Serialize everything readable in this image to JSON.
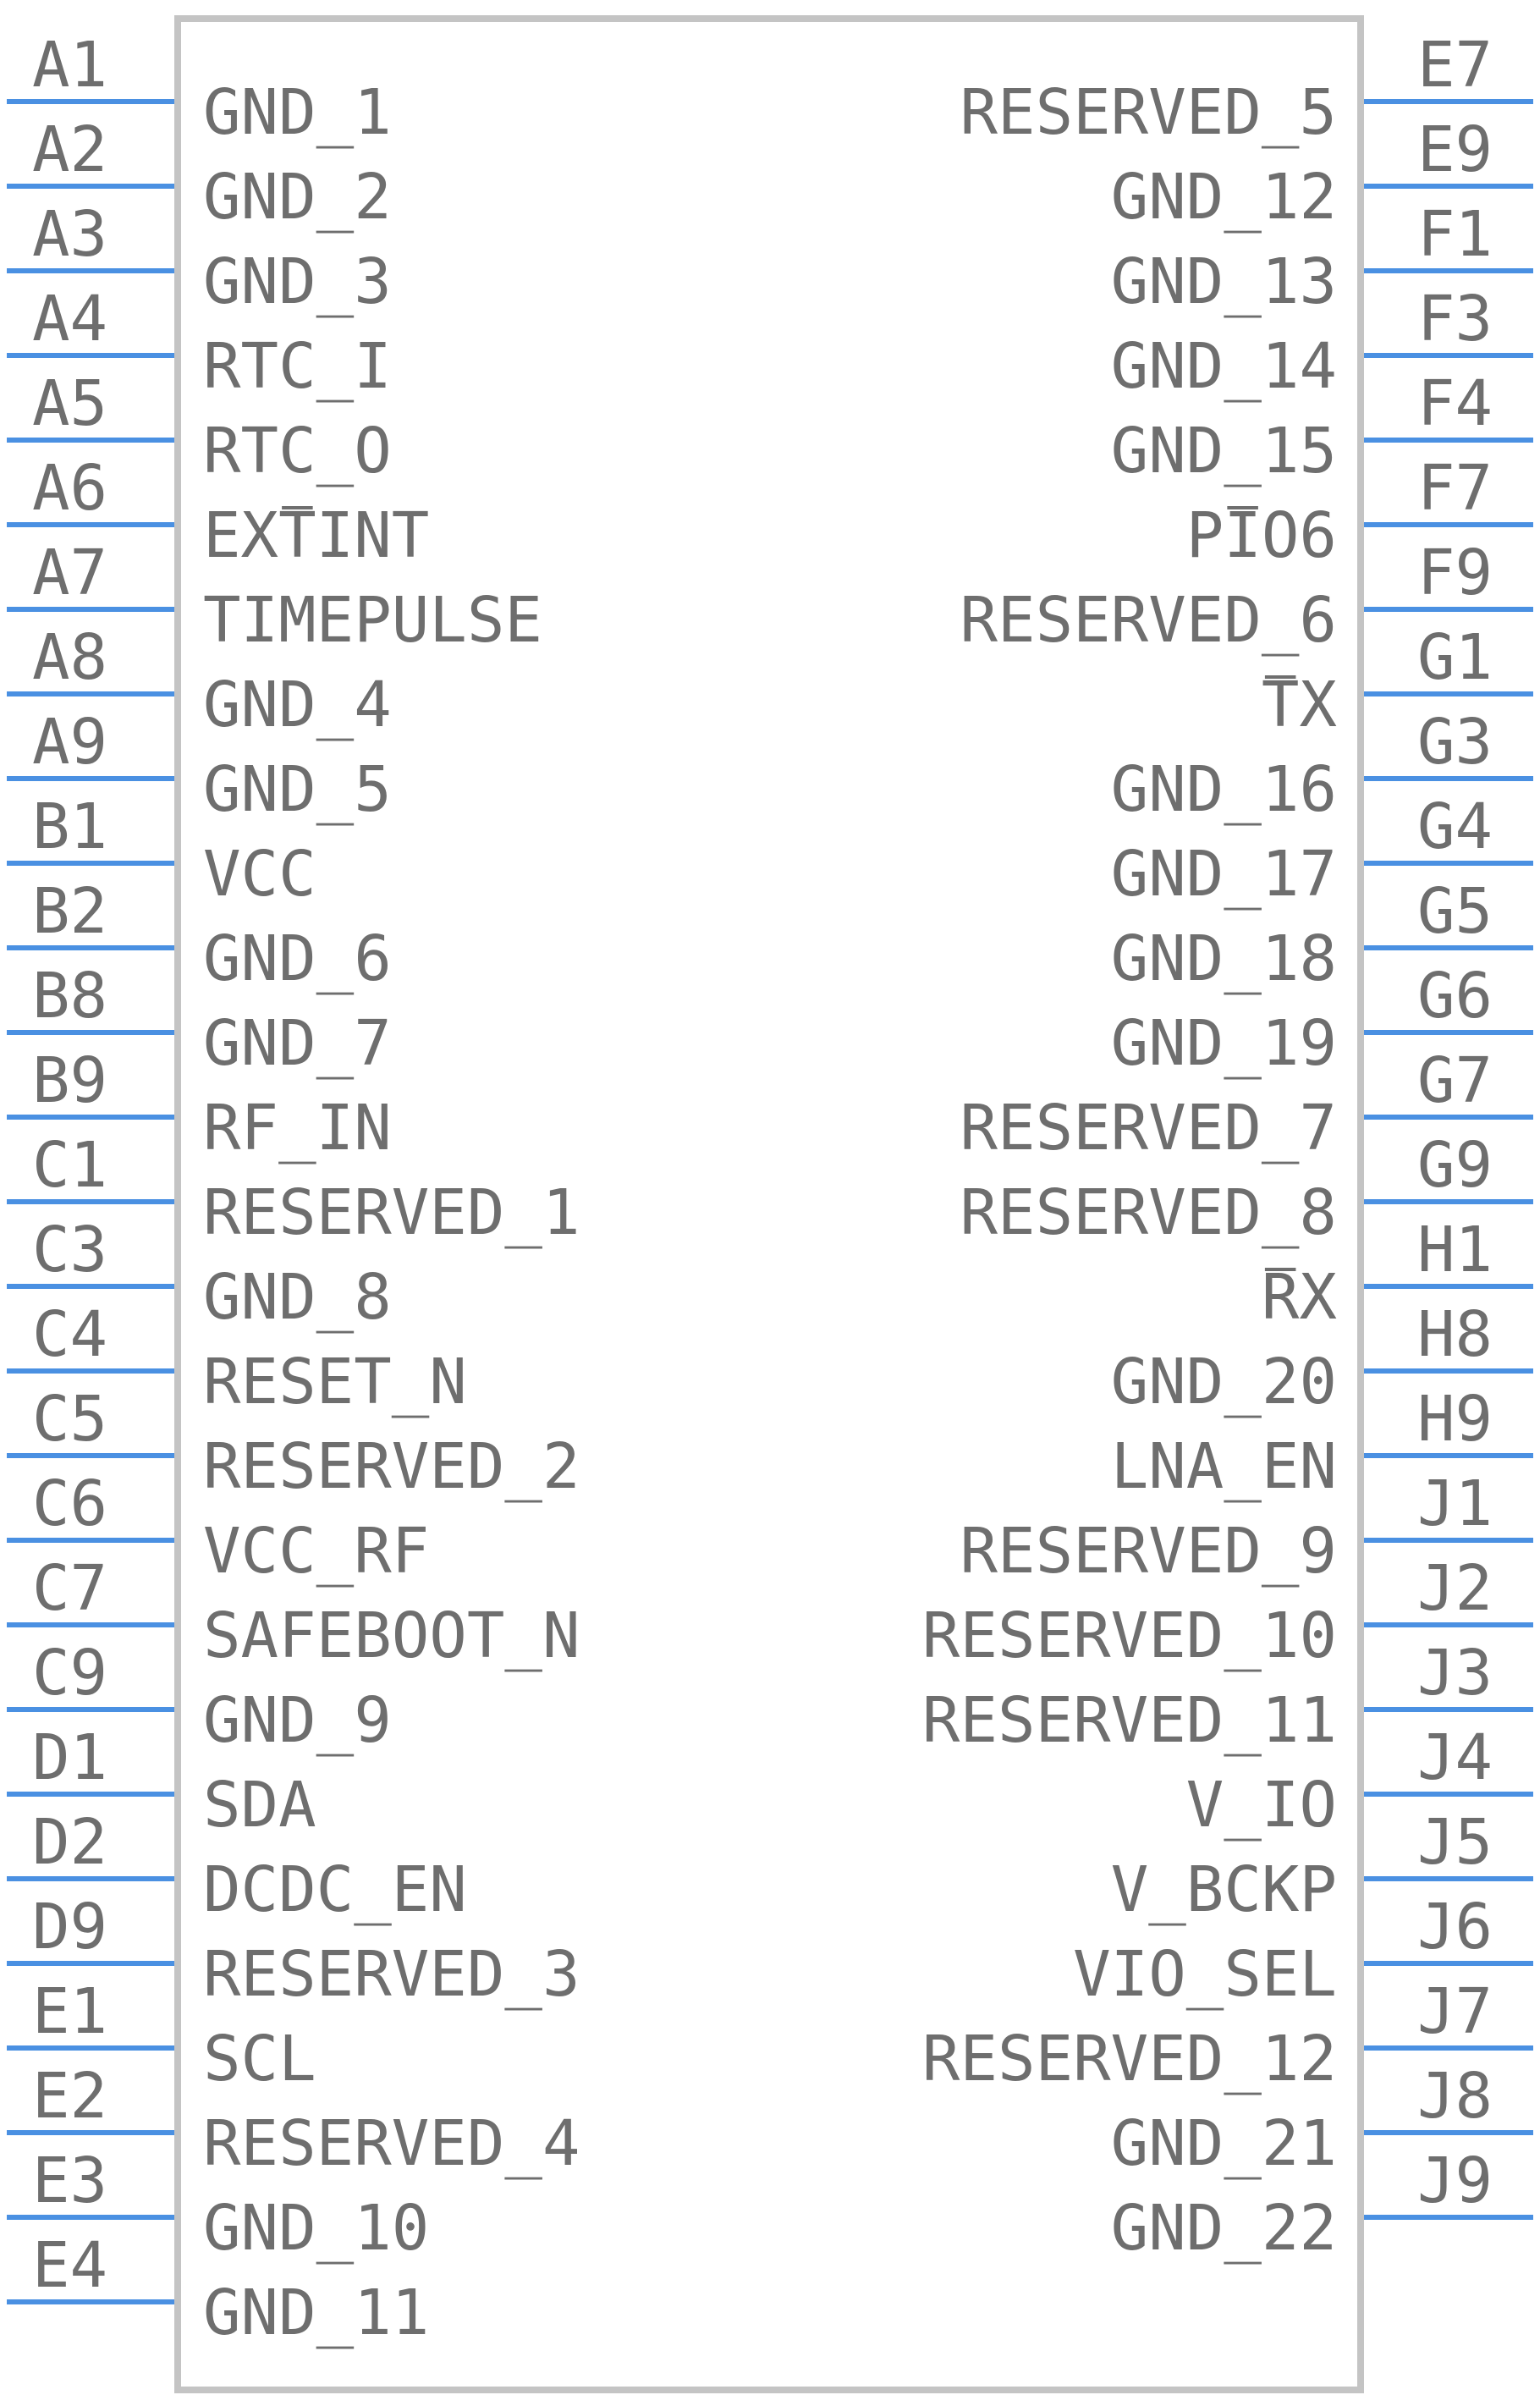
{
  "component": {
    "left_pins": [
      {
        "number": "A1",
        "signal": "GND_1"
      },
      {
        "number": "A2",
        "signal": "GND_2"
      },
      {
        "number": "A3",
        "signal": "GND_3"
      },
      {
        "number": "A4",
        "signal": "RTC_I"
      },
      {
        "number": "A5",
        "signal": "RTC_O"
      },
      {
        "number": "A6",
        "signal": "EXTINT",
        "overline": "T"
      },
      {
        "number": "A7",
        "signal": "TIMEPULSE"
      },
      {
        "number": "A8",
        "signal": "GND_4"
      },
      {
        "number": "A9",
        "signal": "GND_5"
      },
      {
        "number": "B1",
        "signal": "VCC"
      },
      {
        "number": "B2",
        "signal": "GND_6"
      },
      {
        "number": "B8",
        "signal": "GND_7"
      },
      {
        "number": "B9",
        "signal": "RF_IN"
      },
      {
        "number": "C1",
        "signal": "RESERVED_1"
      },
      {
        "number": "C3",
        "signal": "GND_8"
      },
      {
        "number": "C4",
        "signal": "RESET_N"
      },
      {
        "number": "C5",
        "signal": "RESERVED_2"
      },
      {
        "number": "C6",
        "signal": "VCC_RF"
      },
      {
        "number": "C7",
        "signal": "SAFEBOOT_N"
      },
      {
        "number": "C9",
        "signal": "GND_9"
      },
      {
        "number": "D1",
        "signal": "SDA"
      },
      {
        "number": "D2",
        "signal": "DCDC_EN"
      },
      {
        "number": "D9",
        "signal": "RESERVED_3"
      },
      {
        "number": "E1",
        "signal": "SCL"
      },
      {
        "number": "E2",
        "signal": "RESERVED_4"
      },
      {
        "number": "E3",
        "signal": "GND_10"
      },
      {
        "number": "E4",
        "signal": "GND_11"
      }
    ],
    "right_pins": [
      {
        "number": "E7",
        "signal": "RESERVED_5"
      },
      {
        "number": "E9",
        "signal": "GND_12"
      },
      {
        "number": "F1",
        "signal": "GND_13"
      },
      {
        "number": "F3",
        "signal": "GND_14"
      },
      {
        "number": "F4",
        "signal": "GND_15"
      },
      {
        "number": "F7",
        "signal": "PIO6",
        "overline": "I"
      },
      {
        "number": "F9",
        "signal": "RESERVED_6"
      },
      {
        "number": "G1",
        "signal": "TX",
        "overline": "T"
      },
      {
        "number": "G3",
        "signal": "GND_16"
      },
      {
        "number": "G4",
        "signal": "GND_17"
      },
      {
        "number": "G5",
        "signal": "GND_18"
      },
      {
        "number": "G6",
        "signal": "GND_19"
      },
      {
        "number": "G7",
        "signal": "RESERVED_7"
      },
      {
        "number": "G9",
        "signal": "RESERVED_8"
      },
      {
        "number": "H1",
        "signal": "RX",
        "overline": "R"
      },
      {
        "number": "H8",
        "signal": "GND_20"
      },
      {
        "number": "H9",
        "signal": "LNA_EN"
      },
      {
        "number": "J1",
        "signal": "RESERVED_9"
      },
      {
        "number": "J2",
        "signal": "RESERVED_10"
      },
      {
        "number": "J3",
        "signal": "RESERVED_11"
      },
      {
        "number": "J4",
        "signal": "V_IO"
      },
      {
        "number": "J5",
        "signal": "V_BCKP"
      },
      {
        "number": "J6",
        "signal": "VIO_SEL"
      },
      {
        "number": "J7",
        "signal": "RESERVED_12"
      },
      {
        "number": "J8",
        "signal": "GND_21"
      },
      {
        "number": "J9",
        "signal": "GND_22"
      }
    ]
  },
  "colors": {
    "pin_line": "#4a90e2",
    "text": "#6e6e6e",
    "body_border": "#c4c4c4"
  }
}
